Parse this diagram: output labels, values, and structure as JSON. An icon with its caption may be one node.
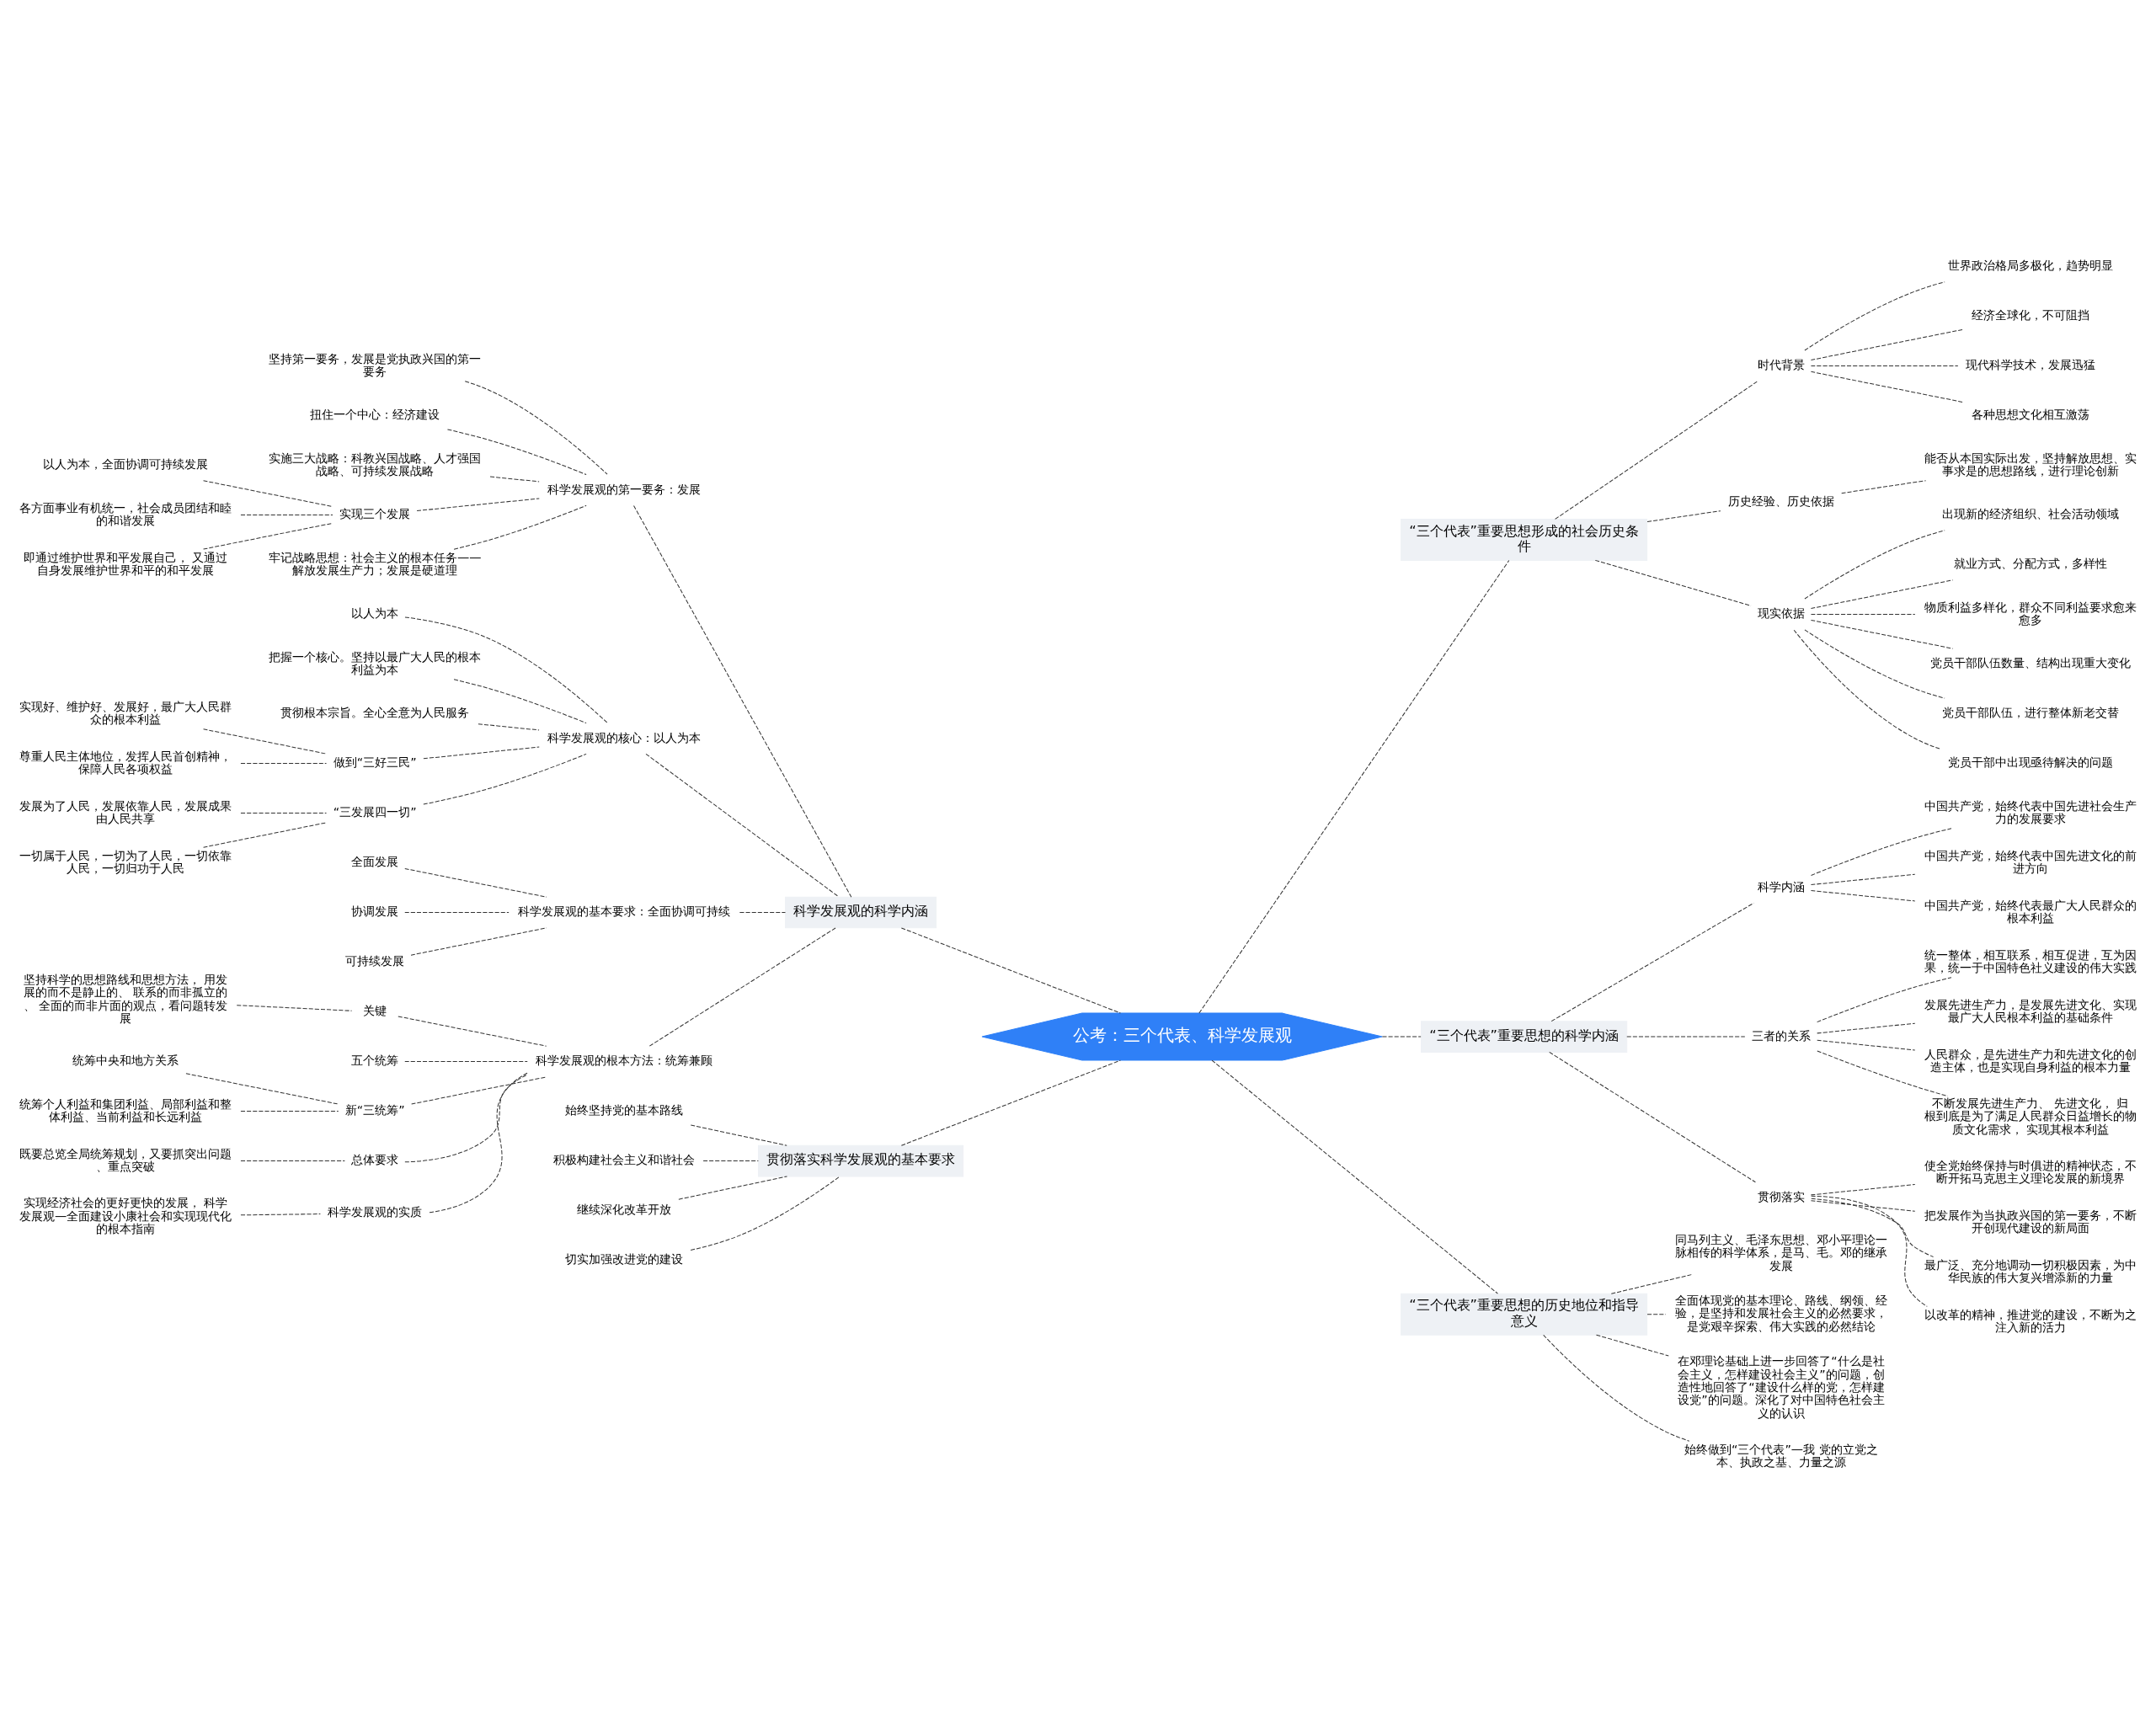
{
  "diagram": {
    "nodes": [
      {
        "text": [
          "公考：三个代表、科学发展观"
        ]
      },
      {
        "text": [
          "科学发展观的科学内涵"
        ]
      },
      {
        "text": [
          "科学发展观的第一要务：发展"
        ]
      },
      {
        "text": [
          "坚持第一要务，发展是党执政兴国的第一要务"
        ]
      },
      {
        "text": [
          "扭住一个中心：经济建设"
        ]
      },
      {
        "text": [
          "实施三大战略：科教兴国战略、人才强国战略、可持续发展战略"
        ]
      },
      {
        "text": [
          "实现三个发展"
        ]
      },
      {
        "text": [
          "以人为本，全面协调可持续发展"
        ]
      },
      {
        "text": [
          "各方面事业有机统一，社会成员团结和睦的和谐发展"
        ]
      },
      {
        "text": [
          "即通过维护世界和平发展自己， 又通过自身发展维护世界和平的和平发展"
        ]
      },
      {
        "text": [
          "牢记战略思想：社会主义的根本任务——解放发展生产力；发展是硬道理"
        ]
      },
      {
        "text": [
          "科学发展观的核心：以人为本"
        ]
      },
      {
        "text": [
          "以人为本"
        ]
      },
      {
        "text": [
          "把握一个核心。坚持以最广大人民的根本利益为本"
        ]
      },
      {
        "text": [
          "贯彻根本宗旨。全心全意为人民服务"
        ]
      },
      {
        "text": [
          "做到“三好三民”"
        ]
      },
      {
        "text": [
          "实现好、维护好、发展好，最广大人民群众的根本利益"
        ]
      },
      {
        "text": [
          "尊重人民主体地位，发挥人民首创精神，保障人民各项权益"
        ]
      },
      {
        "text": [
          "“三发展四一切”"
        ]
      },
      {
        "text": [
          "发展为了人民，发展依靠人民，发展成果由人民共享"
        ]
      },
      {
        "text": [
          "一切属于人民，一切为了人民，一切依靠人民，一切归功于人民"
        ]
      },
      {
        "text": [
          "科学发展观的基本要求：全面协调可持续"
        ]
      },
      {
        "text": [
          "全面发展"
        ]
      },
      {
        "text": [
          "协调发展"
        ]
      },
      {
        "text": [
          "可持续发展"
        ]
      },
      {
        "text": [
          "科学发展观的根本方法：统筹兼顾"
        ]
      },
      {
        "text": [
          "关键"
        ]
      },
      {
        "text": [
          "坚持科学的思想路线和思想方法， 用发展的而不是静止的、 联系的而非孤立的、 全面的而非片面的观点，看问题转发展"
        ]
      },
      {
        "text": [
          "五个统筹"
        ]
      },
      {
        "text": [
          "新“三统筹”"
        ]
      },
      {
        "text": [
          "统筹中央和地方关系"
        ]
      },
      {
        "text": [
          "统筹个人利益和集团利益、局部利益和整体利益、当前利益和长远利益"
        ]
      },
      {
        "text": [
          "总体要求"
        ]
      },
      {
        "text": [
          "既要总览全局统筹规划，又要抓突出问题、重点突破"
        ]
      },
      {
        "text": [
          "科学发展观的实质"
        ]
      },
      {
        "text": [
          "实现经济社会的更好更快的发展， 科学发展观—全面建设小康社会和实现现代化的根本指南"
        ]
      },
      {
        "text": [
          "贯彻落实科学发展观的基本要求"
        ]
      },
      {
        "text": [
          "始终坚持党的基本路线"
        ]
      },
      {
        "text": [
          "积极构建社会主义和谐社会"
        ]
      },
      {
        "text": [
          "继续深化改革开放"
        ]
      },
      {
        "text": [
          "切实加强改进党的建设"
        ]
      },
      {
        "text": [
          "“三个代表”重要思想形成的社会历史条件"
        ]
      },
      {
        "text": [
          "时代背景"
        ]
      },
      {
        "text": [
          "世界政治格局多极化，趋势明显"
        ]
      },
      {
        "text": [
          "经济全球化，不可阻挡"
        ]
      },
      {
        "text": [
          "现代科学技术，发展迅猛"
        ]
      },
      {
        "text": [
          "各种思想文化相互激荡"
        ]
      },
      {
        "text": [
          "历史经验、历史依据"
        ]
      },
      {
        "text": [
          "能否从本国实际出发，坚持解放思想、实事求是的思想路线，进行理论创新"
        ]
      },
      {
        "text": [
          "现实依据"
        ]
      },
      {
        "text": [
          "出现新的经济组织、社会活动领域"
        ]
      },
      {
        "text": [
          "就业方式、分配方式，多样性"
        ]
      },
      {
        "text": [
          "物质利益多样化，群众不同利益要求愈来愈多"
        ]
      },
      {
        "text": [
          "党员干部队伍数量、结构出现重大变化"
        ]
      },
      {
        "text": [
          "党员干部队伍，进行整体新老交替"
        ]
      },
      {
        "text": [
          "党员干部中出现亟待解决的问题"
        ]
      },
      {
        "text": [
          "“三个代表”重要思想的科学内涵"
        ]
      },
      {
        "text": [
          "科学内涵"
        ]
      },
      {
        "text": [
          "中国共产党，始终代表中国先进社会生产力的发展要求"
        ]
      },
      {
        "text": [
          "中国共产党，始终代表中国先进文化的前进方向"
        ]
      },
      {
        "text": [
          "中国共产党，始终代表最广大人民群众的根本利益"
        ]
      },
      {
        "text": [
          "三者的关系"
        ]
      },
      {
        "text": [
          "统一整体，相互联系，相互促进，互为因果，统一于中国特色社义建设的伟大实践"
        ]
      },
      {
        "text": [
          "发展先进生产力，是发展先进文化、实现最广大人民根本利益的基础条件"
        ]
      },
      {
        "text": [
          "人民群众，是先进生产力和先进文化的创造主体，也是实现自身利益的根本力量"
        ]
      },
      {
        "text": [
          "不断发展先进生产力、 先进文化， 归根到底是为了满足人民群众日益增长的物质文化需求， 实现其根本利益"
        ]
      },
      {
        "text": [
          "贯彻落实"
        ]
      },
      {
        "text": [
          "使全党始终保持与时俱进的精神状态，不断开拓马克思主义理论发展的新境界"
        ]
      },
      {
        "text": [
          "把发展作为当执政兴国的第一要务，不断开创现代建设的新局面"
        ]
      },
      {
        "text": [
          "最广泛、充分地调动一切积极因素，为中华民族的伟大复兴增添新的力量"
        ]
      },
      {
        "text": [
          "以改革的精神，推进党的建设，不断为之注入新的活力"
        ]
      },
      {
        "text": [
          "“三个代表”重要思想的历史地位和指导意义"
        ]
      },
      {
        "text": [
          "同马列主义、毛泽东思想、邓小平理论一脉相传的科学体系，是马、毛。邓的继承发展"
        ]
      },
      {
        "text": [
          "全面体现党的基本理论、路线、纲领、经验，是坚持和发展社会主义的必然要求，是党艰辛探索、伟大实践的必然结论"
        ]
      },
      {
        "text": [
          "在邓理论基础上进一步回答了“什么是社会主义，怎样建设社会主义”的问题，创造性地回答了“建设什么样的党，怎样建设党”的问题。深化了对中国特色社会主义的认识"
        ]
      },
      {
        "text": [
          "始终做到“三个代表”—我 党的立党之本、执政之基、力量之源"
        ]
      }
    ],
    "edges": [
      {
        "from": 0,
        "to": 1,
        "arrow": "none",
        "style": "dashed"
      },
      {
        "from": 1,
        "to": 2,
        "arrow": "none",
        "style": "dashed"
      },
      {
        "from": 2,
        "to": 3,
        "arrow": "none",
        "style": "dashed"
      },
      {
        "from": 2,
        "to": 4,
        "arrow": "none",
        "style": "dashed"
      },
      {
        "from": 2,
        "to": 5,
        "arrow": "none",
        "style": "dashed"
      },
      {
        "from": 2,
        "to": 6,
        "arrow": "none",
        "style": "dashed"
      },
      {
        "from": 6,
        "to": 7,
        "arrow": "none",
        "style": "dashed"
      },
      {
        "from": 6,
        "to": 8,
        "arrow": "none",
        "style": "dashed"
      },
      {
        "from": 6,
        "to": 9,
        "arrow": "none",
        "style": "dashed"
      },
      {
        "from": 2,
        "to": 10,
        "arrow": "none",
        "style": "dashed"
      },
      {
        "from": 1,
        "to": 11,
        "arrow": "none",
        "style": "dashed"
      },
      {
        "from": 11,
        "to": 12,
        "arrow": "none",
        "style": "dashed"
      },
      {
        "from": 11,
        "to": 13,
        "arrow": "none",
        "style": "dashed"
      },
      {
        "from": 11,
        "to": 14,
        "arrow": "none",
        "style": "dashed"
      },
      {
        "from": 11,
        "to": 15,
        "arrow": "none",
        "style": "dashed"
      },
      {
        "from": 15,
        "to": 16,
        "arrow": "none",
        "style": "dashed"
      },
      {
        "from": 15,
        "to": 17,
        "arrow": "none",
        "style": "dashed"
      },
      {
        "from": 11,
        "to": 18,
        "arrow": "none",
        "style": "dashed"
      },
      {
        "from": 18,
        "to": 19,
        "arrow": "none",
        "style": "dashed"
      },
      {
        "from": 18,
        "to": 20,
        "arrow": "none",
        "style": "dashed"
      },
      {
        "from": 1,
        "to": 21,
        "arrow": "none",
        "style": "dashed"
      },
      {
        "from": 21,
        "to": 22,
        "arrow": "none",
        "style": "dashed"
      },
      {
        "from": 21,
        "to": 23,
        "arrow": "none",
        "style": "dashed"
      },
      {
        "from": 21,
        "to": 24,
        "arrow": "none",
        "style": "dashed"
      },
      {
        "from": 1,
        "to": 25,
        "arrow": "none",
        "style": "dashed"
      },
      {
        "from": 25,
        "to": 26,
        "arrow": "none",
        "style": "dashed"
      },
      {
        "from": 26,
        "to": 27,
        "arrow": "none",
        "style": "dashed"
      },
      {
        "from": 25,
        "to": 28,
        "arrow": "none",
        "style": "dashed"
      },
      {
        "from": 25,
        "to": 29,
        "arrow": "none",
        "style": "dashed"
      },
      {
        "from": 29,
        "to": 30,
        "arrow": "none",
        "style": "dashed"
      },
      {
        "from": 29,
        "to": 31,
        "arrow": "none",
        "style": "dashed"
      },
      {
        "from": 25,
        "to": 32,
        "arrow": "none",
        "style": "dashed"
      },
      {
        "from": 32,
        "to": 33,
        "arrow": "none",
        "style": "dashed"
      },
      {
        "from": 25,
        "to": 34,
        "arrow": "none",
        "style": "dashed"
      },
      {
        "from": 34,
        "to": 35,
        "arrow": "none",
        "style": "dashed"
      },
      {
        "from": 0,
        "to": 36,
        "arrow": "none",
        "style": "dashed"
      },
      {
        "from": 36,
        "to": 37,
        "arrow": "none",
        "style": "dashed"
      },
      {
        "from": 36,
        "to": 38,
        "arrow": "none",
        "style": "dashed"
      },
      {
        "from": 36,
        "to": 39,
        "arrow": "none",
        "style": "dashed"
      },
      {
        "from": 36,
        "to": 40,
        "arrow": "none",
        "style": "dashed"
      },
      {
        "from": 0,
        "to": 41,
        "arrow": "none",
        "style": "dashed"
      },
      {
        "from": 41,
        "to": 42,
        "arrow": "none",
        "style": "dashed"
      },
      {
        "from": 42,
        "to": 43,
        "arrow": "none",
        "style": "dashed"
      },
      {
        "from": 42,
        "to": 44,
        "arrow": "none",
        "style": "dashed"
      },
      {
        "from": 42,
        "to": 45,
        "arrow": "none",
        "style": "dashed"
      },
      {
        "from": 42,
        "to": 46,
        "arrow": "none",
        "style": "dashed"
      },
      {
        "from": 41,
        "to": 47,
        "arrow": "none",
        "style": "dashed"
      },
      {
        "from": 47,
        "to": 48,
        "arrow": "none",
        "style": "dashed"
      },
      {
        "from": 41,
        "to": 49,
        "arrow": "none",
        "style": "dashed"
      },
      {
        "from": 49,
        "to": 50,
        "arrow": "none",
        "style": "dashed"
      },
      {
        "from": 49,
        "to": 51,
        "arrow": "none",
        "style": "dashed"
      },
      {
        "from": 49,
        "to": 52,
        "arrow": "none",
        "style": "dashed"
      },
      {
        "from": 49,
        "to": 53,
        "arrow": "none",
        "style": "dashed"
      },
      {
        "from": 49,
        "to": 54,
        "arrow": "none",
        "style": "dashed"
      },
      {
        "from": 49,
        "to": 55,
        "arrow": "none",
        "style": "dashed"
      },
      {
        "from": 0,
        "to": 56,
        "arrow": "none",
        "style": "dashed"
      },
      {
        "from": 56,
        "to": 57,
        "arrow": "none",
        "style": "dashed"
      },
      {
        "from": 57,
        "to": 58,
        "arrow": "none",
        "style": "dashed"
      },
      {
        "from": 57,
        "to": 59,
        "arrow": "none",
        "style": "dashed"
      },
      {
        "from": 57,
        "to": 60,
        "arrow": "none",
        "style": "dashed"
      },
      {
        "from": 56,
        "to": 61,
        "arrow": "none",
        "style": "dashed"
      },
      {
        "from": 61,
        "to": 62,
        "arrow": "none",
        "style": "dashed"
      },
      {
        "from": 61,
        "to": 63,
        "arrow": "none",
        "style": "dashed"
      },
      {
        "from": 61,
        "to": 64,
        "arrow": "none",
        "style": "dashed"
      },
      {
        "from": 61,
        "to": 65,
        "arrow": "none",
        "style": "dashed"
      },
      {
        "from": 56,
        "to": 66,
        "arrow": "none",
        "style": "dashed"
      },
      {
        "from": 66,
        "to": 67,
        "arrow": "none",
        "style": "dashed"
      },
      {
        "from": 66,
        "to": 68,
        "arrow": "none",
        "style": "dashed"
      },
      {
        "from": 66,
        "to": 69,
        "arrow": "none",
        "style": "dashed"
      },
      {
        "from": 66,
        "to": 70,
        "arrow": "none",
        "style": "dashed"
      },
      {
        "from": 0,
        "to": 71,
        "arrow": "none",
        "style": "dashed"
      },
      {
        "from": 71,
        "to": 72,
        "arrow": "none",
        "style": "dashed"
      },
      {
        "from": 71,
        "to": 73,
        "arrow": "none",
        "style": "dashed"
      },
      {
        "from": 71,
        "to": 74,
        "arrow": "none",
        "style": "dashed"
      },
      {
        "from": 71,
        "to": 75,
        "arrow": "none",
        "style": "dashed"
      }
    ]
  }
}
